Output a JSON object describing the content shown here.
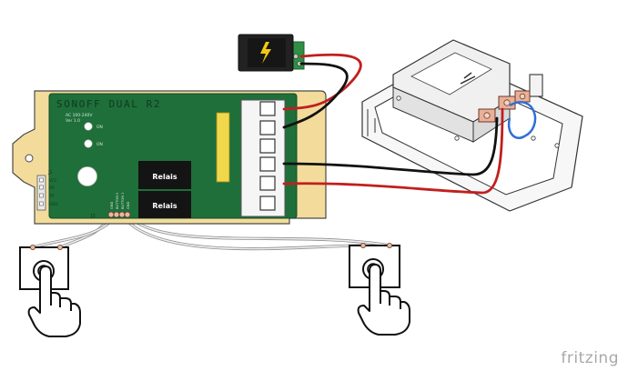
{
  "board": {
    "title": "SONOFF DUAL R2",
    "spec_line1": "AC 100-240V",
    "spec_line2": "Ver 1.0",
    "relay1_label": "Relais",
    "relay2_label": "Relais",
    "led_label_1": "ON",
    "led_label_2": "ON",
    "header_pins": [
      "VCC",
      "RX",
      "TX",
      "GND"
    ],
    "header_ref": "J1",
    "button_pins": [
      "GND",
      "BUTTON 0",
      "BUTTON 1",
      "GND"
    ],
    "button_header_ref": "J3"
  },
  "watermark": "fritzing"
}
